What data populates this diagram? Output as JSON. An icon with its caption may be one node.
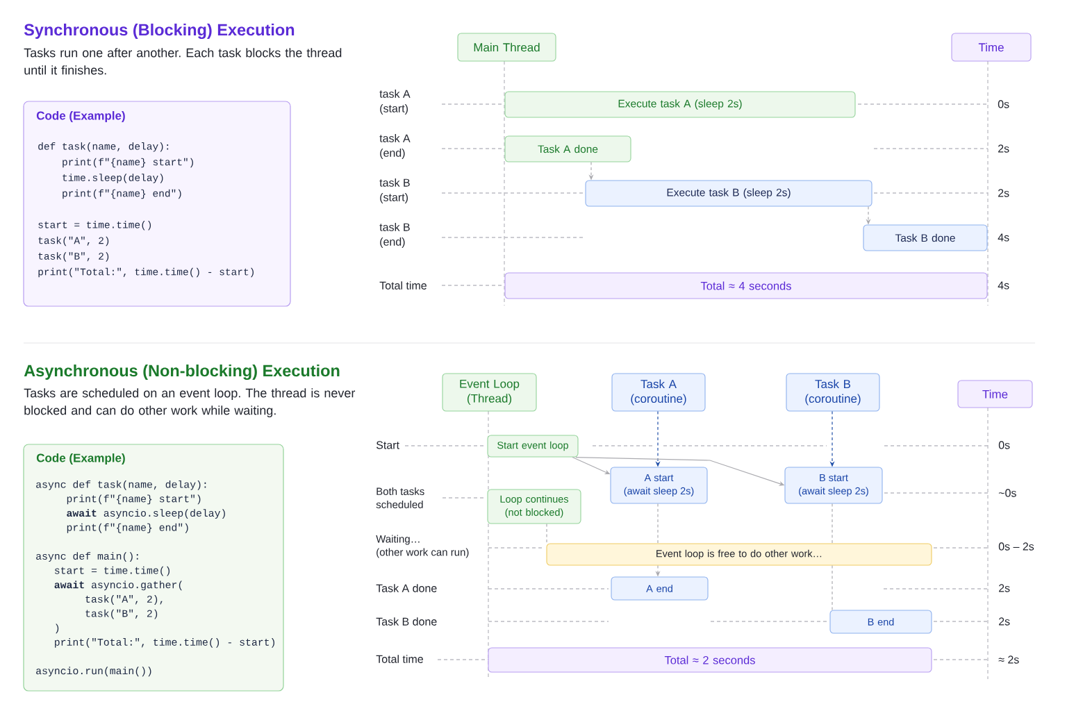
{
  "diagram": {
    "nodes": [
      {
        "text": [
          "Code (Example)",
          "def task(name, delay):",
          "print(f\"{name} start\")",
          "time.sleep(delay)",
          "print(f\"{name} end\")",
          "start = time.time()",
          "task(\"A\", 2)",
          "task(\"B\", 2)",
          "print(\"Total:\", time.time() - start)"
        ]
      },
      {
        "text": [
          "Main Thread"
        ]
      },
      {
        "text": [
          "Time"
        ]
      },
      {
        "text": [
          "Execute task A (sleep 2s)"
        ]
      },
      {
        "text": [
          "Task A done"
        ]
      },
      {
        "text": [
          "Execute task B (sleep 2s)"
        ]
      },
      {
        "text": [
          "Task B done"
        ]
      },
      {
        "text": [
          "Total ≈ 4 seconds"
        ]
      },
      {
        "text": [
          "Code (Example)",
          "async def task(name, delay):",
          "print(f\"{name} start\")",
          "**await** asyncio.sleep(delay)",
          "print(f\"{name} end\")",
          "async def main():",
          "start = time.time()",
          "**await** asyncio.gather(",
          "task(\"A\", 2),",
          "task(\"B\", 2)",
          ")",
          "print(\"Total:\", time.time() - start)",
          "asyncio.run(main())"
        ]
      },
      {
        "text": [
          "Event Loop (Thread)"
        ]
      },
      {
        "text": [
          "Task A (coroutine)"
        ]
      },
      {
        "text": [
          "Task B (coroutine)"
        ]
      },
      {
        "text": [
          "Time"
        ]
      },
      {
        "text": [
          "Start event loop"
        ]
      },
      {
        "text": [
          "A start (await sleep 2s)"
        ]
      },
      {
        "text": [
          "B start (await sleep 2s)"
        ]
      },
      {
        "text": [
          "Loop continues (not blocked)"
        ]
      },
      {
        "text": [
          "Event loop is free to do other work…"
        ]
      },
      {
        "text": [
          "A end"
        ]
      },
      {
        "text": [
          "B end"
        ]
      },
      {
        "text": [
          "Total ≈ 2 seconds"
        ]
      }
    ],
    "edges": [
      {
        "from": 4,
        "to": 5,
        "arrow": "to",
        "style": "dashed"
      },
      {
        "from": 5,
        "to": 6,
        "arrow": "to",
        "style": "dashed"
      },
      {
        "from": 10,
        "to": 14,
        "arrow": "to",
        "style": "dashed",
        "color": "#1f4fa8"
      },
      {
        "from": 11,
        "to": 15,
        "arrow": "to",
        "style": "dashed",
        "color": "#1f4fa8"
      },
      {
        "from": 13,
        "to": 14,
        "arrow": "to"
      },
      {
        "from": 13,
        "to": 15,
        "arrow": "to"
      },
      {
        "from": 14,
        "to": 17,
        "arrow": "none",
        "style": "dashed"
      },
      {
        "from": 15,
        "to": 17,
        "arrow": "none",
        "style": "dashed"
      },
      {
        "from": 16,
        "to": 17,
        "arrow": "none",
        "style": "dashed"
      },
      {
        "from": 17,
        "to": 18,
        "arrow": "to",
        "style": "dashed"
      },
      {
        "from": 17,
        "to": 19,
        "arrow": "none",
        "style": "dashed"
      }
    ],
    "labels": [
      "Synchronous (Blocking) Execution",
      "Tasks run one after another. Each task blocks the thread until it finishes.",
      "task A (start)",
      "0s",
      "task A (end)",
      "2s",
      "task B (start)",
      "2s",
      "task B (end)",
      "4s",
      "Total time",
      "4s",
      "Asynchronous (Non-blocking) Execution",
      "Tasks are scheduled on an event loop. The thread is never blocked and can do other work while waiting.",
      "Start",
      "0s",
      "Both tasks scheduled",
      "~0s",
      "Waiting… (other work can run)",
      "0s – 2s",
      "Task A done",
      "2s",
      "Task B done",
      "2s",
      "Total time",
      "≈ 2s"
    ]
  }
}
